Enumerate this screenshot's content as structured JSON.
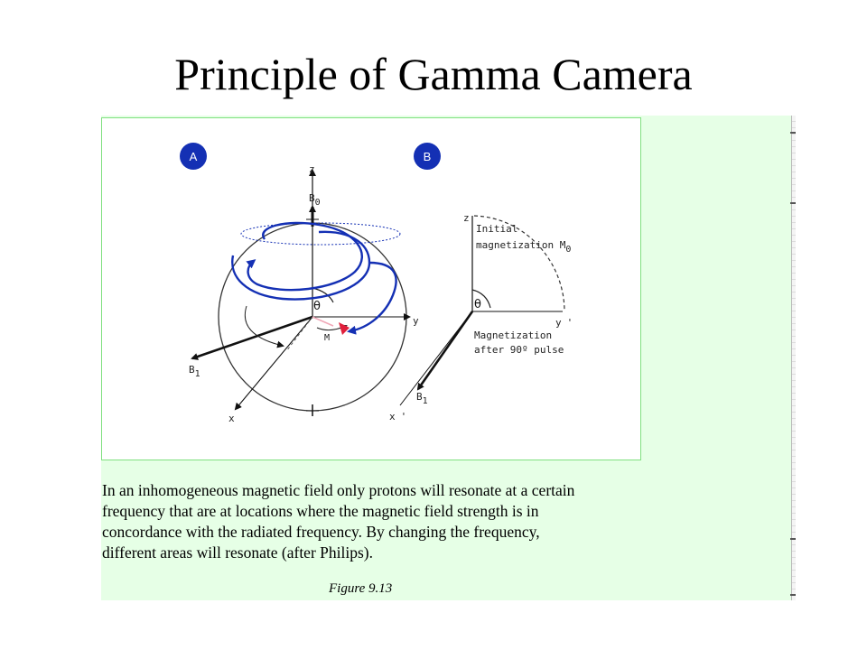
{
  "slide": {
    "title": "Principle of Gamma Camera"
  },
  "figure": {
    "panel_a_label": "A",
    "panel_b_label": "B",
    "panel_a": {
      "axis_z": "z",
      "axis_y": "y",
      "axis_x": "x",
      "field_b0": "B",
      "field_b0_sub": "0",
      "field_b1": "B",
      "field_b1_sub": "1",
      "angle": "θ",
      "magnetization": "M"
    },
    "panel_b": {
      "axis_z": "z",
      "axis_y": "y",
      "axis_y_prime": "'",
      "axis_x": "x",
      "axis_x_prime": "'",
      "initial_line1": "Initial",
      "initial_line2": "magnetization M",
      "initial_sub": "0",
      "after_line1": "Magnetization",
      "after_line2": "after 90º pulse",
      "angle": "θ",
      "field_b1": "B",
      "field_b1_sub": "1"
    },
    "colors": {
      "accent_blue": "#1430b4",
      "marker_red": "#e0203c",
      "panel_bg": "#e6ffe6"
    }
  },
  "caption": {
    "lines": [
      "In an inhomogeneous magnetic field only protons will resonate at a certain",
      "frequency that are at locations where the magnetic field strength is in",
      "concordance with the radiated frequency. By changing the frequency,",
      "different areas will resonate (after Philips)."
    ],
    "figure_label": "Figure 9.13"
  }
}
